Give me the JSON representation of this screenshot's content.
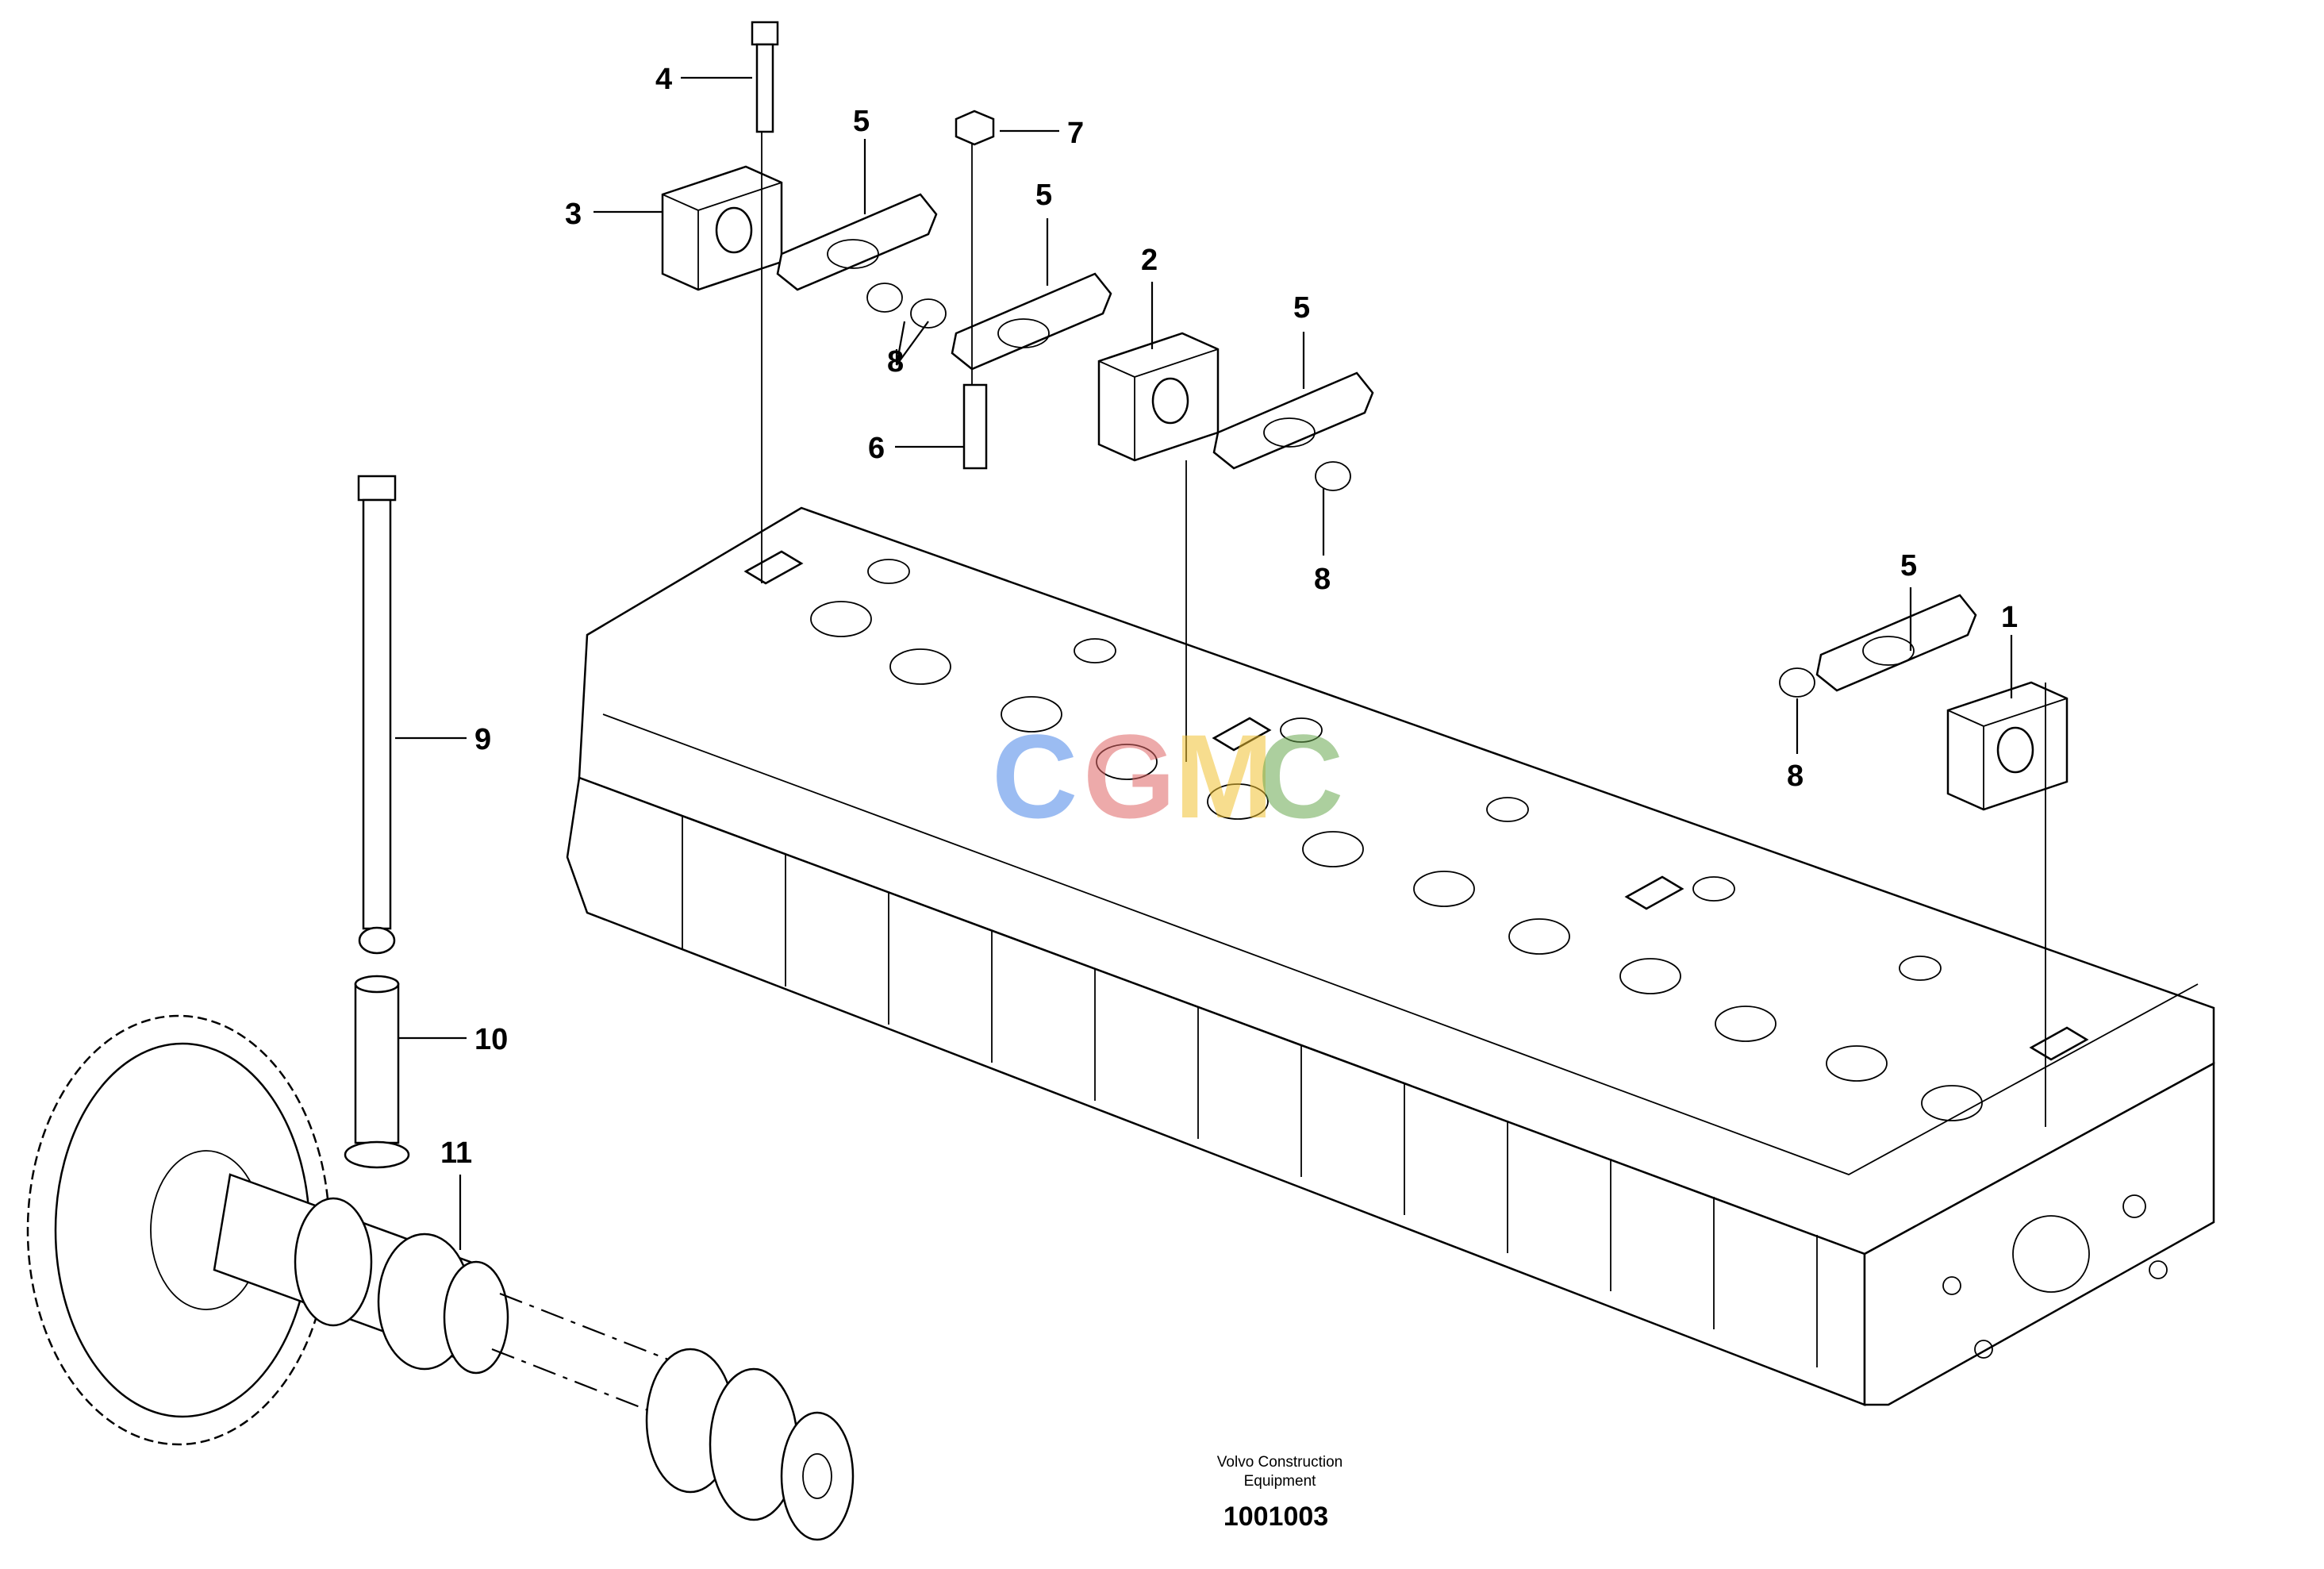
{
  "callouts": [
    {
      "id": "c4",
      "text": "4"
    },
    {
      "id": "c5a",
      "text": "5"
    },
    {
      "id": "c7",
      "text": "7"
    },
    {
      "id": "c3",
      "text": "3"
    },
    {
      "id": "c5b",
      "text": "5"
    },
    {
      "id": "c2",
      "text": "2"
    },
    {
      "id": "c5c",
      "text": "5"
    },
    {
      "id": "c8a",
      "text": "8"
    },
    {
      "id": "c6",
      "text": "6"
    },
    {
      "id": "c8b",
      "text": "8"
    },
    {
      "id": "c9",
      "text": "9"
    },
    {
      "id": "c5d",
      "text": "5"
    },
    {
      "id": "c1",
      "text": "1"
    },
    {
      "id": "c8c",
      "text": "8"
    },
    {
      "id": "c10",
      "text": "10"
    },
    {
      "id": "c11",
      "text": "11"
    }
  ],
  "watermark": {
    "letters": [
      "C",
      "G",
      "M",
      "C"
    ],
    "colors": [
      "#4a86e8",
      "#e06666",
      "#f1c232",
      "#6aa84f"
    ]
  },
  "footer": {
    "line1": "Volvo Construction",
    "line2": "Equipment",
    "number": "1001003"
  }
}
